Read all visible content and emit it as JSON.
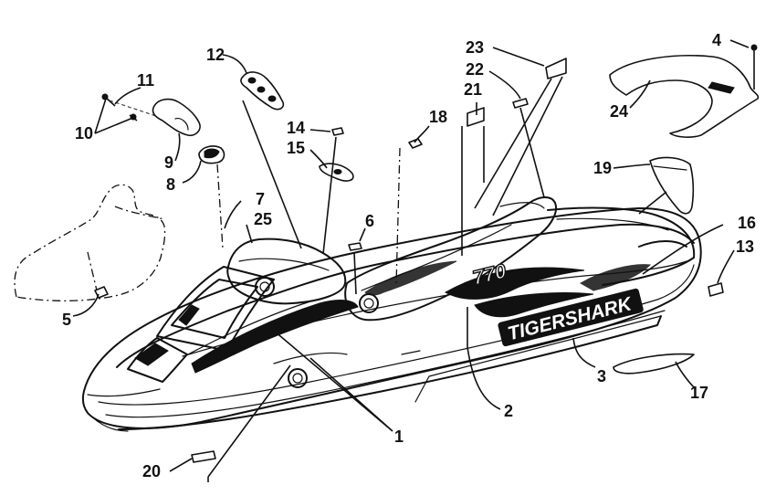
{
  "diagram": {
    "callouts": [
      {
        "id": "c1",
        "text": "1"
      },
      {
        "id": "c2",
        "text": "2"
      },
      {
        "id": "c3",
        "text": "3"
      },
      {
        "id": "c4",
        "text": "4"
      },
      {
        "id": "c5",
        "text": "5"
      },
      {
        "id": "c6",
        "text": "6"
      },
      {
        "id": "c7",
        "text": "7"
      },
      {
        "id": "c8",
        "text": "8"
      },
      {
        "id": "c9",
        "text": "9"
      },
      {
        "id": "c10",
        "text": "10"
      },
      {
        "id": "c11",
        "text": "11"
      },
      {
        "id": "c12",
        "text": "12"
      },
      {
        "id": "c13",
        "text": "13"
      },
      {
        "id": "c14",
        "text": "14"
      },
      {
        "id": "c15",
        "text": "15"
      },
      {
        "id": "c16",
        "text": "16"
      },
      {
        "id": "c17",
        "text": "17"
      },
      {
        "id": "c18",
        "text": "18"
      },
      {
        "id": "c19",
        "text": "19"
      },
      {
        "id": "c20",
        "text": "20"
      },
      {
        "id": "c21",
        "text": "21"
      },
      {
        "id": "c22",
        "text": "22"
      },
      {
        "id": "c23",
        "text": "23"
      },
      {
        "id": "c24",
        "text": "24"
      },
      {
        "id": "c25",
        "text": "25"
      }
    ],
    "hull_decal_text": "TIGERSHARK",
    "model_decal_text": "770"
  }
}
